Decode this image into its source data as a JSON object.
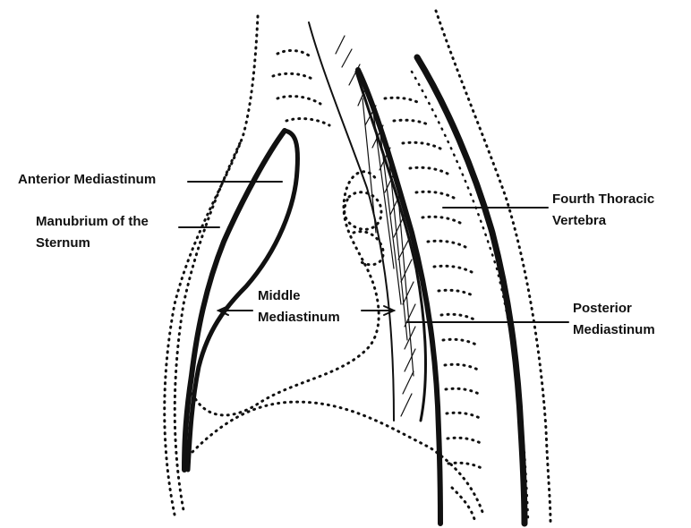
{
  "labels": {
    "anterior_mediastinum": "Anterior Mediastinum",
    "manubrium": {
      "line1": "Manubrium of the",
      "line2": "Sternum"
    },
    "middle_mediastinum": {
      "line1": "Middle",
      "line2": "Mediastinum"
    },
    "fourth_thoracic_vertebra": {
      "line1": "Fourth Thoracic",
      "line2": "Vertebra"
    },
    "posterior_mediastinum": {
      "line1": "Posterior",
      "line2": "Mediastinum"
    }
  },
  "colors": {
    "ink": "#111111",
    "background": "#ffffff"
  }
}
